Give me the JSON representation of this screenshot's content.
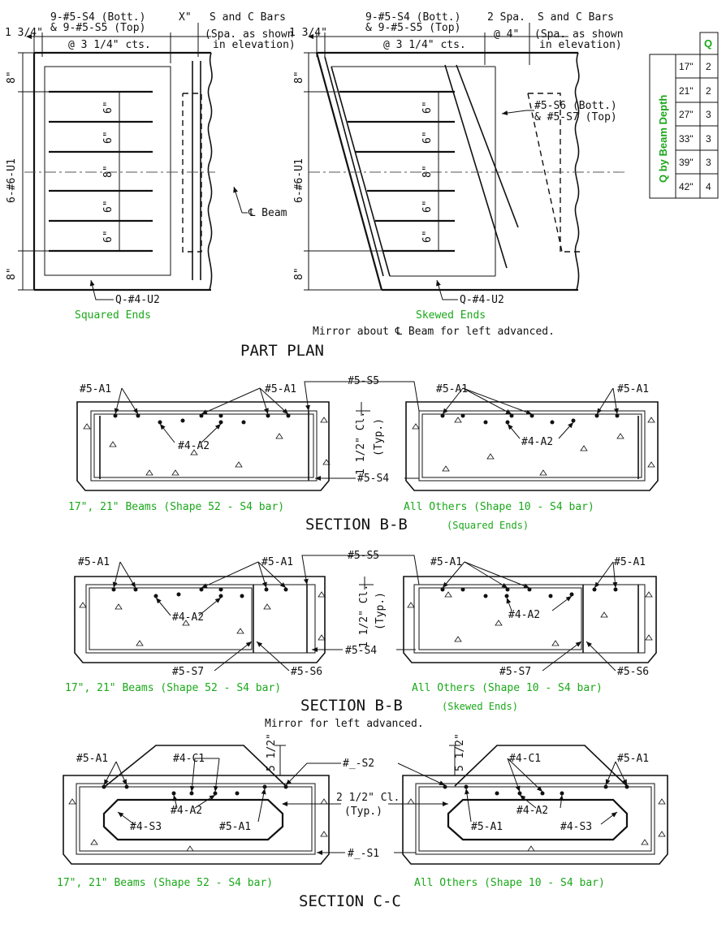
{
  "part_plan": {
    "title": "PART PLAN",
    "mirror_note": "Mirror about ℄ Beam for left advanced.",
    "left": {
      "top_bars_line1": "9-#5-S4 (Bott.)",
      "top_bars_line2": "& 9-#5-S5 (Top)",
      "edge_dim": "1 3/4\"",
      "spacing": "@ 3 1/4\" cts.",
      "x_dim": "X\"",
      "sc_line1": "S and C Bars",
      "sc_line2": "(Spa. as shown",
      "sc_line3": "in elevation)",
      "end_dim_top": "8\"",
      "end_dim_bottom": "8\"",
      "u1_label": "6-#6-U1",
      "spacings": [
        "6\"",
        "6\"",
        "8\"",
        "6\"",
        "6\""
      ],
      "beam_cl": "℄ Beam",
      "u2_label": "Q-#4-U2",
      "caption": "Squared Ends"
    },
    "right": {
      "top_bars_line1": "9-#5-S4 (Bott.)",
      "top_bars_line2": "& 9-#5-S5 (Top)",
      "edge_dim": "1 3/4\"",
      "spacing": "@ 3 1/4\" cts.",
      "spa_dim_line1": "2 Spa.",
      "spa_dim_line2": "@ 4\"",
      "sc_line1": "S and C Bars",
      "sc_line2": "(Spa. as shown",
      "sc_line3": "in elevation)",
      "end_dim_top": "8\"",
      "end_dim_bottom": "8\"",
      "u1_label": "6-#6-U1",
      "spacings": [
        "6\"",
        "6\"",
        "8\"",
        "6\"",
        "6\""
      ],
      "s6_line1": "#5-S6 (Bott.)",
      "s6_line2": "& #5-S7 (Top)",
      "u2_label": "Q-#4-U2",
      "caption": "Skewed Ends"
    }
  },
  "q_table": {
    "header": "Q",
    "row_label": "Q by Beam Depth",
    "rows": [
      {
        "depth": "17\"",
        "q": "2"
      },
      {
        "depth": "21\"",
        "q": "2"
      },
      {
        "depth": "27\"",
        "q": "3"
      },
      {
        "depth": "33\"",
        "q": "3"
      },
      {
        "depth": "39\"",
        "q": "3"
      },
      {
        "depth": "42\"",
        "q": "4"
      }
    ]
  },
  "section_bb_squared": {
    "a1_left": "#5-A1",
    "a1_mid": "#5-A1",
    "a1_right1": "#5-A1",
    "a1_right2": "#5-A1",
    "s5": "#5-S5",
    "s4": "#5-S4",
    "a2_left": "#4-A2",
    "a2_right": "#4-A2",
    "clear_line1": "1 1/2\" Cl.",
    "clear_line2": "(Typ.)",
    "cap_left": "17\", 21\" Beams (Shape 52 - S4 bar)",
    "cap_right": "All Others (Shape 10 - S4 bar)",
    "title": "SECTION B-B",
    "subtitle": "(Squared Ends)"
  },
  "section_bb_skewed": {
    "a1_left": "#5-A1",
    "a1_mid": "#5-A1",
    "a1_right1": "#5-A1",
    "a1_right2": "#5-A1",
    "s5": "#5-S5",
    "s4": "#5-S4",
    "a2_left": "#4-A2",
    "a2_right": "#4-A2",
    "clear_line1": "1 1/2\" Cl.",
    "clear_line2": "(Typ.)",
    "s7_left": "#5-S7",
    "s6_left": "#5-S6",
    "s7_right": "#5-S7",
    "s6_right": "#5-S6",
    "cap_left": "17\", 21\" Beams (Shape 52 - S4 bar)",
    "cap_right": "All Others (Shape 10 - S4 bar)",
    "title": "SECTION B-B",
    "subtitle": "(Skewed Ends)",
    "mirror_note": "Mirror for left advanced."
  },
  "section_cc": {
    "a1_left": "#5-A1",
    "c1_left": "#4-C1",
    "dim_left": "5 1/2\"",
    "s2": "#_-S2",
    "dim_right": "5 1/2\"",
    "c1_right": "#4-C1",
    "a1_right": "#5-A1",
    "a2_left": "#4-A2",
    "s3_left": "#4-S3",
    "a1_inner_left": "#5-A1",
    "clear_line1": "2 1/2\" Cl.",
    "clear_line2": "(Typ.)",
    "a2_right": "#4-A2",
    "a1_inner_right": "#5-A1",
    "s3_right": "#4-S3",
    "s1": "#_-S1",
    "cap_left": "17\", 21\" Beams (Shape 52 - S4 bar)",
    "cap_right": "All Others (Shape 10 - S4 bar)",
    "title": "SECTION C-C"
  },
  "colors": {
    "line": "#111111",
    "caption": "#1aa81a",
    "background": "#ffffff"
  }
}
